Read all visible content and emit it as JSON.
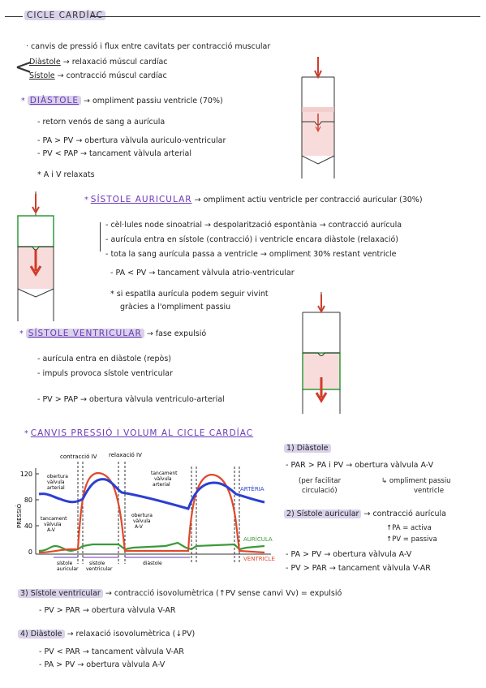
{
  "title": "CICLE CARDÍAC",
  "intro": {
    "l1": "· canvis de pressió i flux entre cavitats per contracció muscular",
    "diastole": {
      "term": "Diàstole",
      "rest": "→ relaxació múscul cardíac"
    },
    "sistole": {
      "term": "Sístole",
      "rest": "→ contracció múscul cardíac"
    }
  },
  "s1": {
    "star": "*",
    "head": "DIÀSTOLE",
    "desc": "→ ompliment passiu ventricle (70%)",
    "l1": "- retorn venós de sang a aurícula",
    "l2": "- PA > PV → obertura vàlvula auriculo-ventricular",
    "l3": "- PV < PAP → tancament vàlvula arterial",
    "l4": "* A i V relaxats"
  },
  "s2": {
    "star": "*",
    "head": "SÍSTOLE AURICULAR",
    "desc": "→ ompliment actiu ventricle per contracció auricular (30%)",
    "l1": "- cèl·lules node sinoatrial → despolarització espontània → contracció aurícula",
    "l2": "- aurícula entra en sístole (contracció) i ventricle encara diàstole (relaxació)",
    "l3": "- tota la sang aurícula passa a ventricle → ompliment 30% restant ventricle",
    "l4": "- PA < PV → tancament vàlvula atrio-ventricular",
    "l5": "* si espatlla aurícula podem seguir vivint",
    "l6": "gràcies a l'ompliment passiu"
  },
  "s3": {
    "star": "*",
    "head": "SÍSTOLE VENTRICULAR",
    "desc": "→ fase expulsió",
    "l1": "- aurícula entra en diàstole (repòs)",
    "l2": "- impuls provoca sístole ventricular",
    "l3": "- PV > PAP → obertura vàlvula ventriculo-arterial"
  },
  "s4": {
    "star": "*",
    "head": "CANVIS PRESSIÓ I VOLUM AL CICLE CARDÍAC"
  },
  "graph": {
    "ylabel": "PRESSIÓ",
    "ticks": [
      "120",
      "80",
      "40",
      "0"
    ],
    "contraccio": "contracció IV",
    "relaxacio": "relaxació IV",
    "obertura_art": [
      "obertura",
      "vàlvula",
      "arterial"
    ],
    "tancament_art": [
      "tancament",
      "vàlvula",
      "arterial"
    ],
    "tancament_av": [
      "tancament",
      "vàlvula",
      "A-V"
    ],
    "obertura_av": [
      "obertura",
      "vàlvula",
      "A-V"
    ],
    "arteria": "ARTÈRIA",
    "auricula": "AURÍCULA",
    "ventricle": "VENTRICLE",
    "sistole_aur": [
      "sístole",
      "auricular"
    ],
    "sistole_ven": [
      "sístole",
      "ventricular"
    ],
    "diastole": "diàstole",
    "colors": {
      "arteria": "#2c3fd0",
      "ventricle": "#e0492a",
      "auricula": "#3a9a3a"
    }
  },
  "r1": {
    "head": "1) Diàstole",
    "l1": "- PAR > PA i PV → obertura vàlvula A-V",
    "p1": "(per facilitar",
    "p2": "circulació)",
    "q1": "↳ ompliment passiu",
    "q2": "ventricle"
  },
  "r2": {
    "head": "2) Sístole auricular",
    "desc": "→ contracció aurícula",
    "b1": "↑PA = activa",
    "b2": "↑PV = passiva",
    "l1": "- PA > PV → obertura vàlvula A-V",
    "l2": "- PV > PAR → tancament vàlvula V-AR"
  },
  "r3": {
    "head": "3) Sístole ventricular",
    "desc": "→ contracció isovolumètrica (↑PV sense canvi Vv) = expulsió",
    "l1": "- PV > PAR → obertura vàlvula V-AR"
  },
  "r4": {
    "head": "4) Diàstole",
    "desc": "→ relaxació isovolumètrica (↓PV)",
    "l1": "- PV < PAR → tancament vàlvula V-AR",
    "l2": "- PA > PV → obertura vàlvula A-V"
  }
}
